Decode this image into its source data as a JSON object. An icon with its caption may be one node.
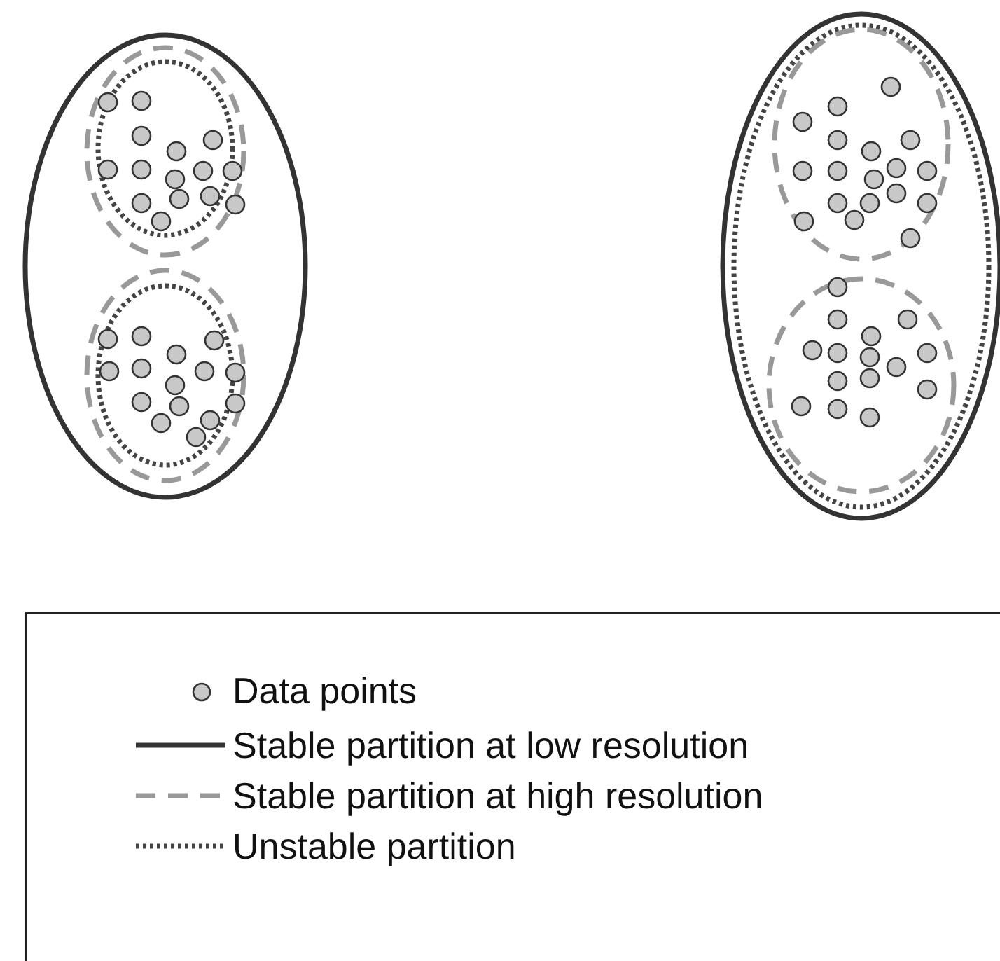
{
  "diagram": {
    "legend": [
      {
        "text": "Data points"
      },
      {
        "text": "Stable partition at low resolution"
      },
      {
        "text": "Stable partition at high resolution"
      },
      {
        "text": "Unstable partition"
      }
    ]
  }
}
